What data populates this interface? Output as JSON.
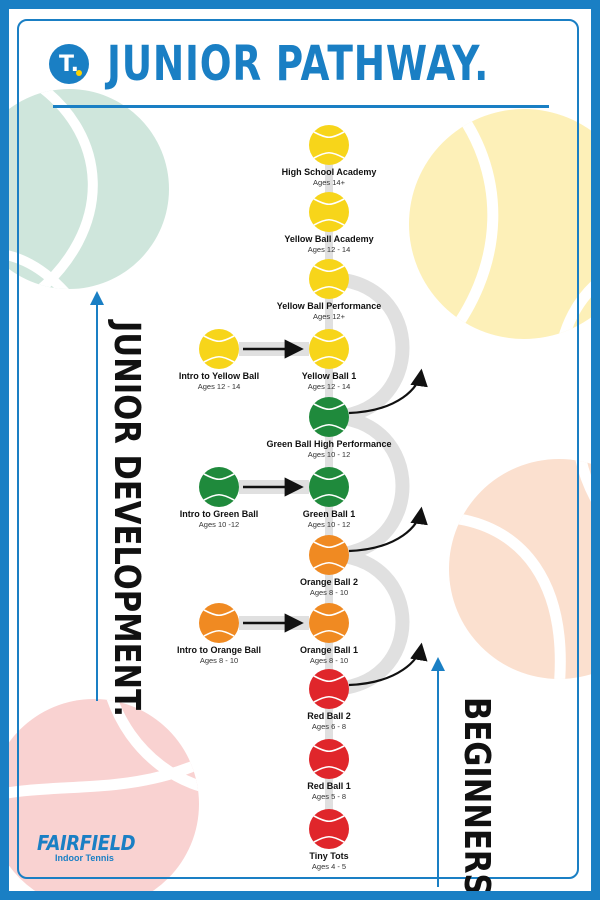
{
  "title": "JUNIOR PATHWAY.",
  "logo_letter": "T.",
  "side_labels": {
    "development": "JUNIOR DEVELOPMENT.",
    "beginners": "BEGINNERS."
  },
  "brand": {
    "name": "FAIRFIELD",
    "sub": "Indoor Tennis"
  },
  "colors": {
    "brand_blue": "#1a7fc4",
    "yellow_ball": "#f7d51a",
    "green_ball": "#1f8a3c",
    "orange_ball": "#f08a22",
    "red_ball": "#e0262b",
    "connector_gray": "#e0e0e0"
  },
  "pathway": [
    {
      "name": "Tiny Tots",
      "ages": "Ages 4 - 5",
      "color": "red"
    },
    {
      "name": "Red Ball 1",
      "ages": "Ages 5 - 8",
      "color": "red"
    },
    {
      "name": "Red Ball 2",
      "ages": "Ages 6 - 8",
      "color": "red"
    },
    {
      "name": "Orange Ball 1",
      "ages": "Ages 8 - 10",
      "color": "orange"
    },
    {
      "name": "Orange Ball 2",
      "ages": "Ages 8 - 10",
      "color": "orange"
    },
    {
      "name": "Green Ball 1",
      "ages": "Ages 10 - 12",
      "color": "green"
    },
    {
      "name": "Green Ball High Performance",
      "ages": "Ages 10 - 12",
      "color": "green"
    },
    {
      "name": "Yellow Ball 1",
      "ages": "Ages 12 - 14",
      "color": "yellow"
    },
    {
      "name": "Yellow Ball Performance",
      "ages": "Ages 12+",
      "color": "yellow"
    },
    {
      "name": "Yellow Ball Academy",
      "ages": "Ages 12 - 14",
      "color": "yellow"
    },
    {
      "name": "High School Academy",
      "ages": "Ages 14+",
      "color": "yellow"
    }
  ],
  "intro_programs": [
    {
      "name": "Intro to Orange Ball",
      "ages": "Ages 8 - 10",
      "color": "orange",
      "leads_to": "Orange Ball 1"
    },
    {
      "name": "Intro to Green Ball",
      "ages": "Ages 10 -12",
      "color": "green",
      "leads_to": "Green Ball 1"
    },
    {
      "name": "Intro to Yellow Ball",
      "ages": "Ages 12 - 14",
      "color": "yellow",
      "leads_to": "Yellow Ball 1"
    }
  ]
}
